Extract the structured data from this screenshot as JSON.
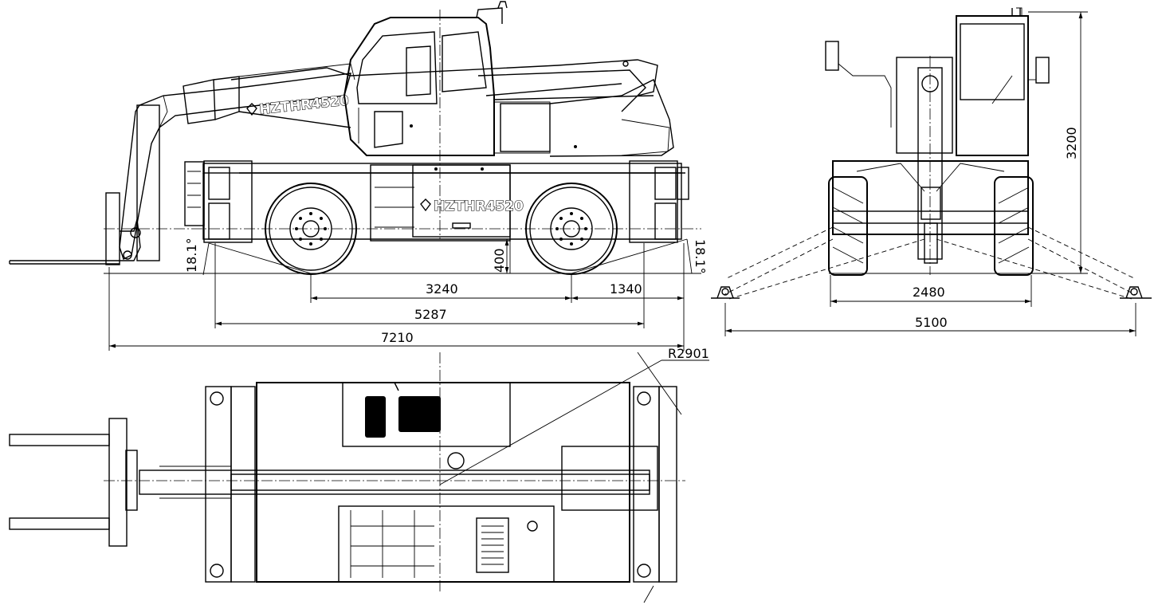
{
  "brand": {
    "model": "HZTHR4520"
  },
  "dimensions": {
    "axle_base": "3240",
    "rear_overhang": "1340",
    "outrigger_span_length": "5287",
    "overall_length": "7210",
    "ground_clearance": "400",
    "approach_angle": "18.1°",
    "departure_angle": "18.1°",
    "overall_width": "2480",
    "outrigger_span_width": "5100",
    "overall_height": "3200",
    "tail_swing_radius": "R2901"
  },
  "views": [
    "side-elevation",
    "front-elevation",
    "top-plan"
  ]
}
